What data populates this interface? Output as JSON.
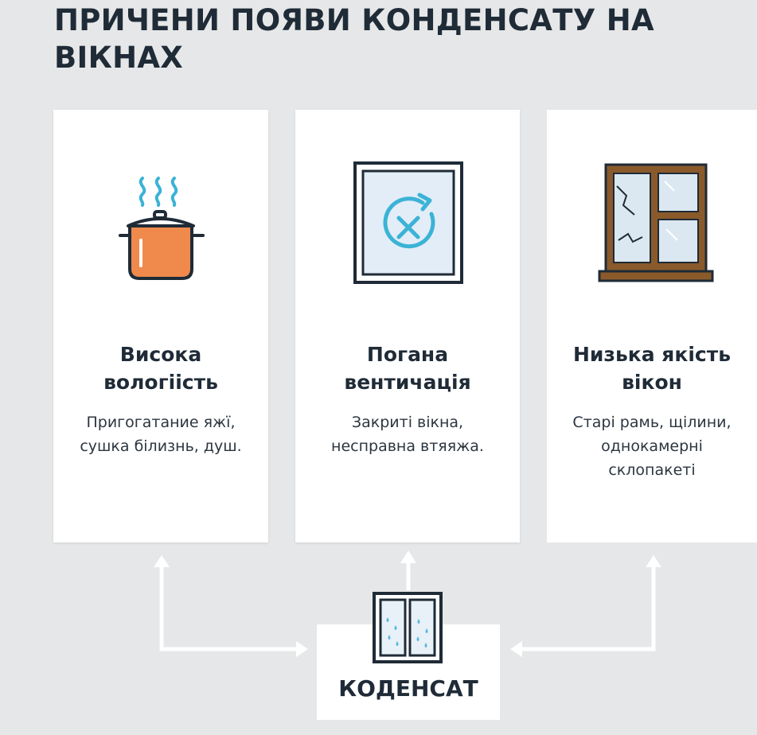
{
  "title": "ПРИЧЕНИ ПОЯВИ КОНДЕНСАТУ НА ВІКНАХ",
  "cards": [
    {
      "icon": "steaming-pot-icon",
      "heading_lines": [
        "Висока",
        "вологіість"
      ],
      "description_lines": [
        "Пригогатание яжї,",
        "сушка білизнь, душ."
      ]
    },
    {
      "icon": "closed-window-icon",
      "heading_lines": [
        "Погана",
        "вентичація"
      ],
      "description_lines": [
        "Закриті вікна,",
        "несправна втяяжа."
      ]
    },
    {
      "icon": "cracked-wooden-window-icon",
      "heading_lines": [
        "Низька якість",
        "вікон"
      ],
      "description_lines": [
        "Старі рамь, щілини,",
        "однокамерні",
        "склопакеті"
      ]
    }
  ],
  "center": {
    "label": "КОДЕНСАТ",
    "icon": "condensation-window-icon"
  },
  "colors": {
    "background": "#e6e7e8",
    "card": "#ffffff",
    "text": "#1f2b37",
    "arrow": "#ffffff",
    "steam": "#3bb3d6",
    "pot": "#ef8a4c",
    "wood": "#8a5a2b",
    "drops": "#5ab7e0"
  }
}
